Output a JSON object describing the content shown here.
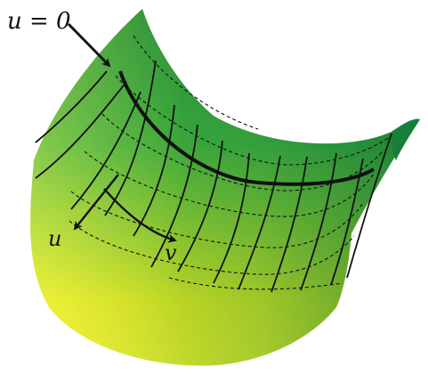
{
  "labels": {
    "u_zero": "u = 0",
    "u_axis": "u",
    "v_axis": "v"
  },
  "colors": {
    "surface_top": "#2a9a3a",
    "surface_mid": "#5cc13c",
    "surface_bottom": "#f3ef1f",
    "surface_right": "#0f7a3a",
    "grid_line": "#111111",
    "arrow": "#111111",
    "background": "#ffffff"
  }
}
